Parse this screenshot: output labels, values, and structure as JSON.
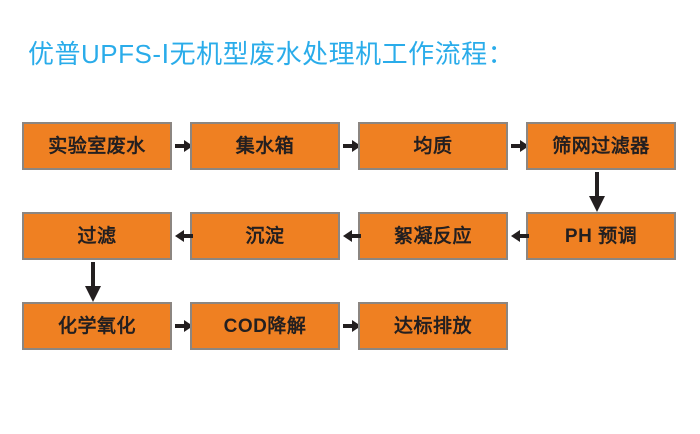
{
  "title": "优普UPFS-Ⅰ无机型废水处理机工作流程：",
  "colors": {
    "title_text": "#2aacea",
    "node_fill": "#ef8022",
    "node_border": "#8c8681",
    "node_text": "#231f20",
    "arrow": "#231f20",
    "background": "#ffffff"
  },
  "chart_data": {
    "type": "diagram",
    "title": "优普UPFS-Ⅰ无机型废水处理机工作流程：",
    "layout": "serpentine-grid-4-columns",
    "nodes": [
      {
        "id": "n1",
        "label": "实验室废水",
        "row": 1,
        "col": 1
      },
      {
        "id": "n2",
        "label": "集水箱",
        "row": 1,
        "col": 2
      },
      {
        "id": "n3",
        "label": "均质",
        "row": 1,
        "col": 3
      },
      {
        "id": "n4",
        "label": "筛网过滤器",
        "row": 1,
        "col": 4
      },
      {
        "id": "n5",
        "label": "PH 预调",
        "row": 2,
        "col": 4
      },
      {
        "id": "n6",
        "label": "絮凝反应",
        "row": 2,
        "col": 3
      },
      {
        "id": "n7",
        "label": "沉淀",
        "row": 2,
        "col": 2
      },
      {
        "id": "n8",
        "label": "过滤",
        "row": 2,
        "col": 1
      },
      {
        "id": "n9",
        "label": "化学氧化",
        "row": 3,
        "col": 1
      },
      {
        "id": "n10",
        "label": "COD降解",
        "row": 3,
        "col": 2
      },
      {
        "id": "n11",
        "label": "达标排放",
        "row": 3,
        "col": 3
      }
    ],
    "edges": [
      {
        "from": "n1",
        "to": "n2",
        "direction": "right"
      },
      {
        "from": "n2",
        "to": "n3",
        "direction": "right"
      },
      {
        "from": "n3",
        "to": "n4",
        "direction": "right"
      },
      {
        "from": "n4",
        "to": "n5",
        "direction": "down"
      },
      {
        "from": "n5",
        "to": "n6",
        "direction": "left"
      },
      {
        "from": "n6",
        "to": "n7",
        "direction": "left"
      },
      {
        "from": "n7",
        "to": "n8",
        "direction": "left"
      },
      {
        "from": "n8",
        "to": "n9",
        "direction": "down"
      },
      {
        "from": "n9",
        "to": "n10",
        "direction": "right"
      },
      {
        "from": "n10",
        "to": "n11",
        "direction": "right"
      }
    ]
  }
}
